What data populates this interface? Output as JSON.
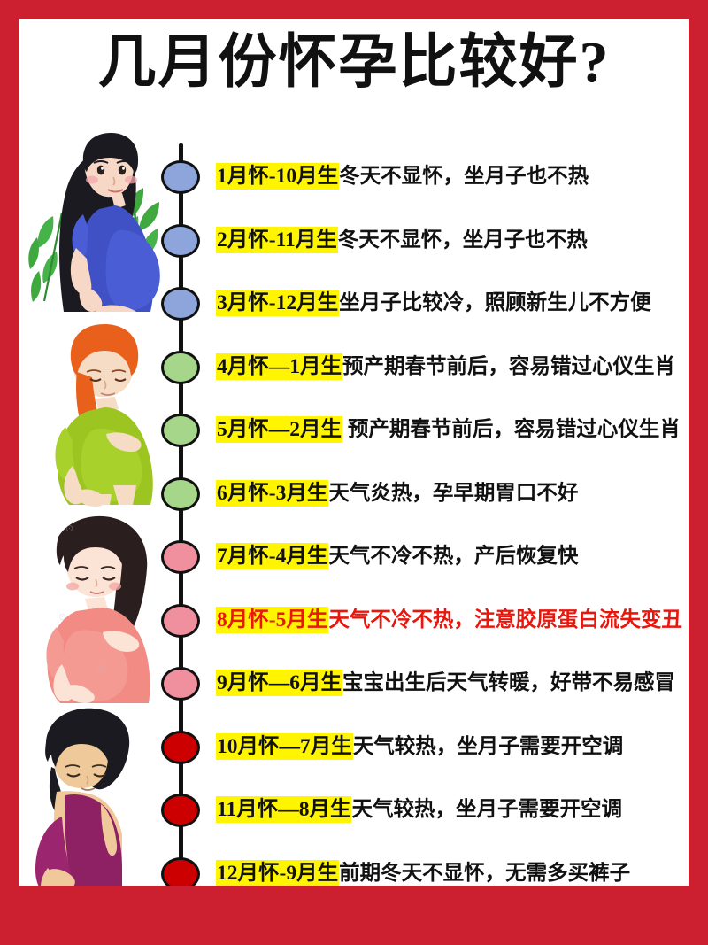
{
  "poster": {
    "title": "几月份怀孕比较好?",
    "border_color": "#CC2030",
    "background_color": "#FFFFFF",
    "highlight_color": "#FFF500",
    "alert_color": "#E8170E"
  },
  "timeline": {
    "items": [
      {
        "label": "1月怀-10月生",
        "desc": "冬天不显怀，坐月子也不热",
        "dot_color": "#8DA5DB",
        "alert": false
      },
      {
        "label": "2月怀-11月生",
        "desc": "冬天不显怀，坐月子也不热",
        "dot_color": "#8DA5DB",
        "alert": false
      },
      {
        "label": "3月怀-12月生",
        "desc": "坐月子比较冷，照顾新生儿不方便",
        "dot_color": "#8DA5DB",
        "alert": false
      },
      {
        "label": "4月怀—1月生",
        "desc": "预产期春节前后，容易错过心仪生肖",
        "dot_color": "#A5D68A",
        "alert": false
      },
      {
        "label": "5月怀—2月生",
        "desc": " 预产期春节前后，容易错过心仪生肖",
        "dot_color": "#A5D68A",
        "alert": false
      },
      {
        "label": "6月怀-3月生",
        "desc": "天气炎热，孕早期胃口不好",
        "dot_color": "#A5D68A",
        "alert": false
      },
      {
        "label": "7月怀-4月生",
        "desc": "天气不冷不热，产后恢复快",
        "dot_color": "#F0909F",
        "alert": false
      },
      {
        "label": "8月怀-5月生",
        "desc": "天气不冷不热，注意胶原蛋白流失变丑",
        "dot_color": "#F0909F",
        "alert": true
      },
      {
        "label": "9月怀—6月生",
        "desc": "宝宝出生后天气转暖，好带不易感冒",
        "dot_color": "#F0909F",
        "alert": false
      },
      {
        "label": "10月怀—7月生",
        "desc": "天气较热，坐月子需要开空调",
        "dot_color": "#CC0000",
        "alert": false
      },
      {
        "label": "11月怀—8月生",
        "desc": "天气较热，坐月子需要开空调",
        "dot_color": "#CC0000",
        "alert": false
      },
      {
        "label": "12月怀-9月生",
        "desc": "前期冬天不显怀，无需多买裤子",
        "dot_color": "#CC0000",
        "alert": false
      }
    ]
  },
  "illustrations": [
    {
      "name": "pregnant-woman-blue-dress",
      "hair": "#1B1A20",
      "dress": "#3F51C4",
      "skin": "#F7D8C6",
      "leaves": "#3FA83F"
    },
    {
      "name": "pregnant-woman-green-dress",
      "hair": "#E8601C",
      "dress": "#9CC521",
      "skin": "#F6DCC4",
      "leaves": ""
    },
    {
      "name": "pregnant-woman-pink-dress",
      "hair": "#2B1E1E",
      "dress": "#F28B84",
      "skin": "#FBE3D5",
      "leaves": ""
    },
    {
      "name": "pregnant-woman-purple-dress",
      "hair": "#1B1A20",
      "dress": "#8E2064",
      "skin": "#EFC99A",
      "leaves": ""
    }
  ]
}
